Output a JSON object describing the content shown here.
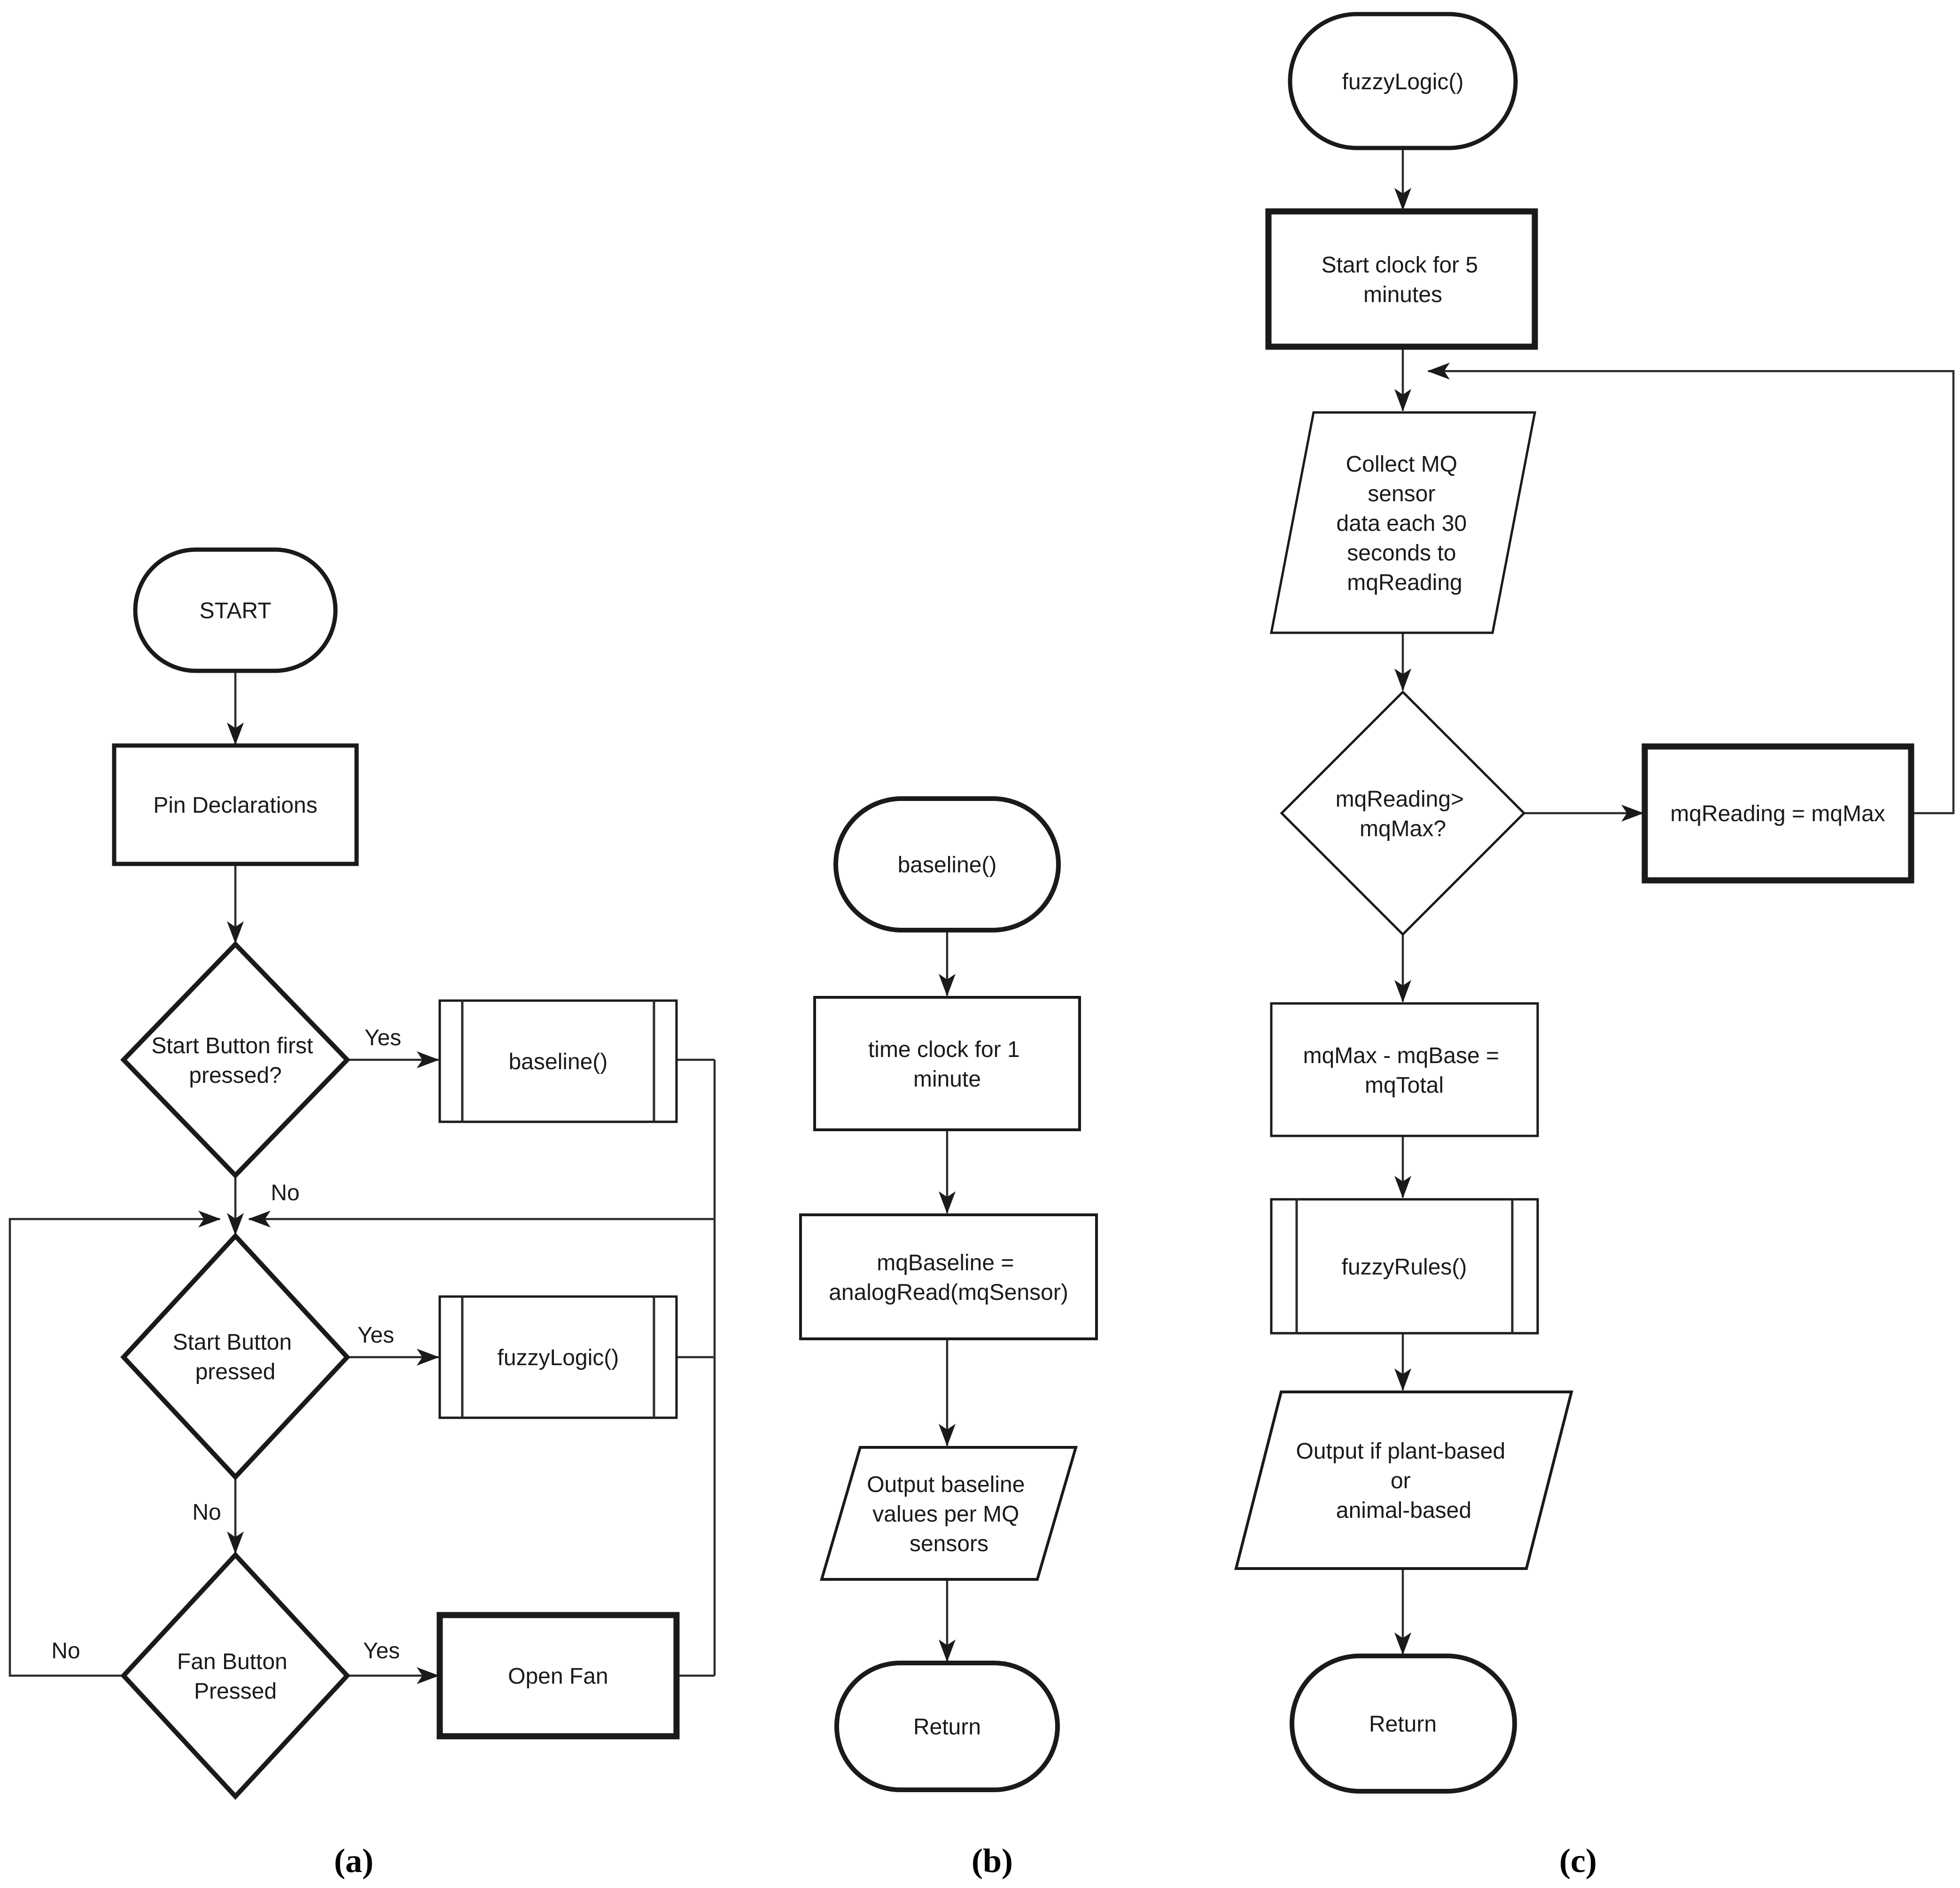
{
  "figure": {
    "background": "#ffffff",
    "line_color": "#1a1a1a",
    "captions": {
      "a": "(a)",
      "b": "(b)",
      "c": "(c)"
    }
  },
  "flowchart_a": {
    "nodes": {
      "start": {
        "type": "terminator",
        "lines": [
          "START"
        ]
      },
      "pin_declarations": {
        "type": "process",
        "lines": [
          "Pin Declarations"
        ]
      },
      "start_button_first": {
        "type": "decision",
        "lines": [
          "Start Button first",
          "pressed?"
        ]
      },
      "baseline_call": {
        "type": "subroutine",
        "lines": [
          "baseline()"
        ]
      },
      "start_button_pressed": {
        "type": "decision",
        "lines": [
          "Start Button",
          "pressed"
        ]
      },
      "fuzzy_logic_call": {
        "type": "subroutine",
        "lines": [
          "fuzzyLogic()"
        ]
      },
      "fan_button_pressed": {
        "type": "decision",
        "lines": [
          "Fan Button",
          "Pressed"
        ]
      },
      "open_fan": {
        "type": "process",
        "lines": [
          "Open Fan"
        ]
      }
    },
    "edge_labels": {
      "first_yes": "Yes",
      "first_no": "No",
      "start_yes": "Yes",
      "start_no": "No",
      "fan_yes": "Yes",
      "fan_no": "No"
    }
  },
  "flowchart_b": {
    "nodes": {
      "baseline_entry": {
        "type": "terminator",
        "lines": [
          "baseline()"
        ]
      },
      "time_clock": {
        "type": "process",
        "lines": [
          "time clock for 1",
          "minute"
        ]
      },
      "mq_baseline": {
        "type": "process",
        "lines": [
          "mqBaseline =",
          "analogRead(mqSensor)"
        ]
      },
      "output_baseline": {
        "type": "data",
        "lines": [
          "Output baseline",
          "values per MQ",
          "sensors"
        ]
      },
      "return_end": {
        "type": "terminator",
        "lines": [
          "Return"
        ]
      }
    }
  },
  "flowchart_c": {
    "nodes": {
      "fuzzy_logic_entry": {
        "type": "terminator",
        "lines": [
          "fuzzyLogic()"
        ]
      },
      "start_clock": {
        "type": "process",
        "lines": [
          "Start clock for 5",
          "minutes"
        ]
      },
      "collect_mq": {
        "type": "data",
        "lines": [
          "Collect MQ",
          "sensor",
          "data each 30",
          "seconds to",
          "mqReading"
        ]
      },
      "mq_reading_check": {
        "type": "decision",
        "lines": [
          "mqReading>",
          "mqMax?"
        ]
      },
      "mq_reading_assign": {
        "type": "process",
        "lines": [
          "mqReading = mqMax"
        ]
      },
      "mq_total": {
        "type": "process",
        "lines": [
          "mqMax - mqBase =",
          "mqTotal"
        ]
      },
      "fuzzy_rules_call": {
        "type": "subroutine",
        "lines": [
          "fuzzyRules()"
        ]
      },
      "output_result": {
        "type": "data",
        "lines": [
          "Output if plant-based",
          "or",
          "animal-based"
        ]
      },
      "return_end": {
        "type": "terminator",
        "lines": [
          "Return"
        ]
      }
    }
  }
}
